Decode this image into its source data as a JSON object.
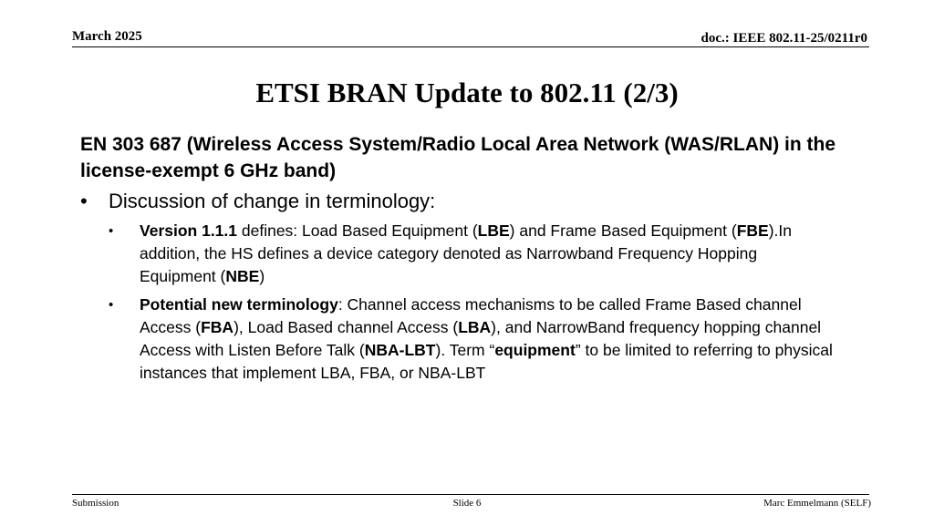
{
  "header": {
    "date": "March 2025",
    "doc": "doc.: IEEE 802.11-25/0211r0"
  },
  "title": "ETSI BRAN Update to 802.11 (2/3)",
  "body": {
    "heading": "EN 303 687 (Wireless Access System/Radio Local Area Network (WAS/RLAN) in the license-exempt 6 GHz band)",
    "bullet1": {
      "marker": "•",
      "text": "Discussion of change in terminology:"
    },
    "sub1": {
      "marker": "•",
      "p1": "Version 1.1.1",
      "p2": " defines: Load Based Equipment (",
      "p3": "LBE",
      "p4": ") and Frame Based Equipment (",
      "p5": "FBE",
      "p6": ").In addition, the HS defines a device category denoted as Narrowband Frequency Hopping Equipment (",
      "p7": "NBE",
      "p8": ")"
    },
    "sub2": {
      "marker": "•",
      "p1": "Potential new terminology",
      "p2": ": Channel access mechanisms to be called Frame Based channel Access (",
      "p3": "FBA",
      "p4": "), Load Based channel Access (",
      "p5": "LBA",
      "p6": "), and NarrowBand frequency hopping  channel Access with Listen Before Talk (",
      "p7": "NBA-LBT",
      "p8": "). Term “",
      "p9": "equipment",
      "p10": "” to be limited to referring to physical instances that implement LBA, FBA, or NBA-LBT"
    }
  },
  "footer": {
    "left": "Submission",
    "center": "Slide 6",
    "right": "Marc Emmelmann (SELF)"
  }
}
